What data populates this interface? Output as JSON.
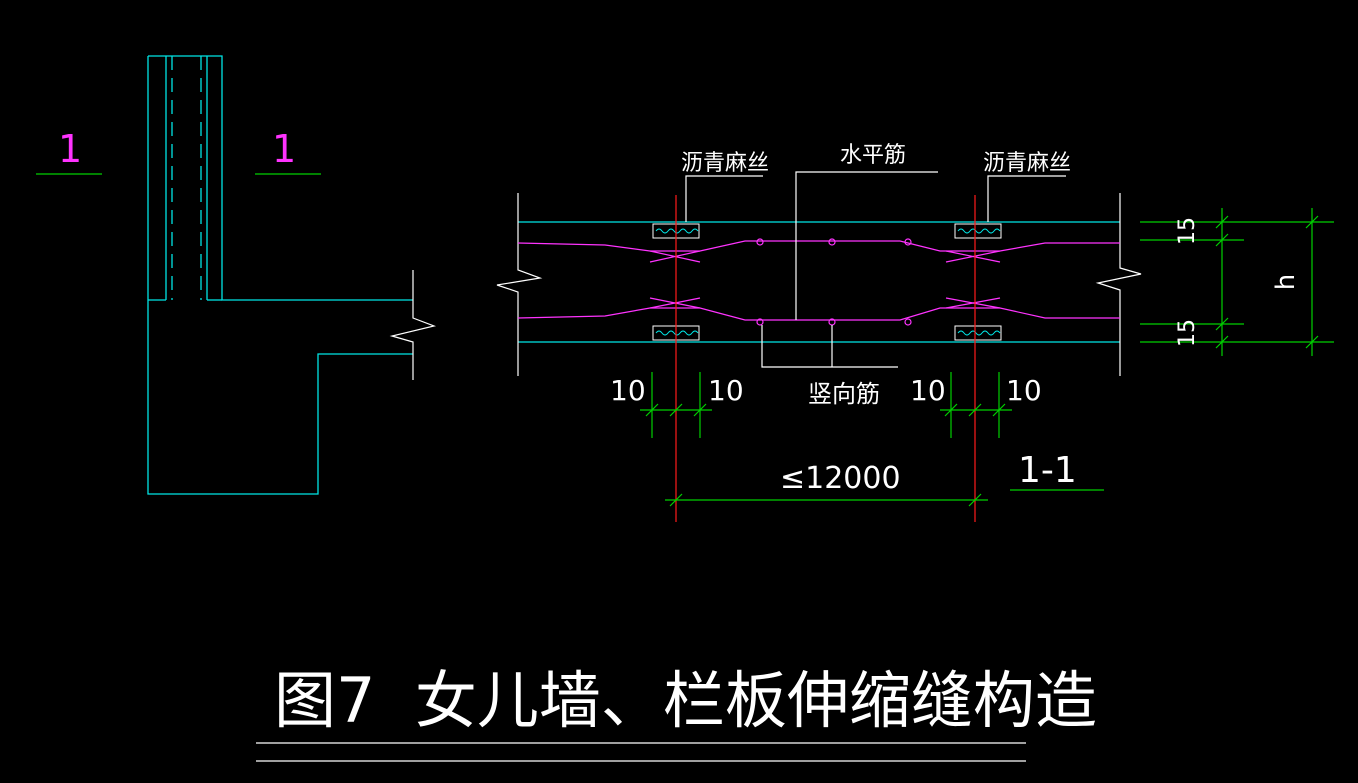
{
  "title": "图7  女儿墙、栏板伸缩缝构造",
  "section_marks": {
    "left": "1",
    "right": "1"
  },
  "section_label": "1-1",
  "labels": {
    "asphalt_left": "沥青麻丝",
    "asphalt_right": "沥青麻丝",
    "horizontal_bar": "水平筋",
    "vertical_bar": "竖向筋"
  },
  "dimensions": {
    "gap_left_a": "10",
    "gap_left_b": "10",
    "gap_right_a": "10",
    "gap_right_b": "10",
    "span": "≤12000",
    "cover_top": "15",
    "cover_bottom": "15",
    "height": "h"
  },
  "colors": {
    "background": "#000000",
    "outline": "#00e5e5",
    "dimension": "#00d000",
    "centerline": "#ff1a1a",
    "rebar": "#ff33ff",
    "text": "#ffffff"
  }
}
